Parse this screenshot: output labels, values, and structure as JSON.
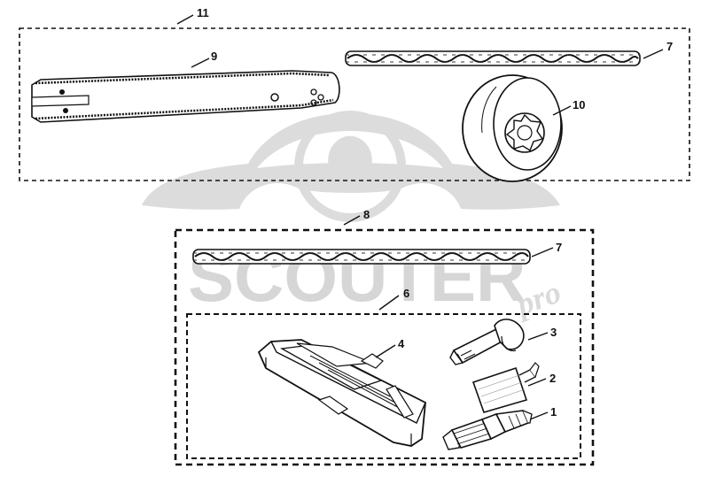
{
  "watermark": {
    "text": "SCOUTER",
    "suffix": "pro"
  },
  "callouts": [
    {
      "id": "c11",
      "label": "11"
    },
    {
      "id": "c9",
      "label": "9"
    },
    {
      "id": "c7a",
      "label": "7"
    },
    {
      "id": "c10",
      "label": "10"
    },
    {
      "id": "c8",
      "label": "8"
    },
    {
      "id": "c7b",
      "label": "7"
    },
    {
      "id": "c6",
      "label": "6"
    },
    {
      "id": "c4",
      "label": "4"
    },
    {
      "id": "c3",
      "label": "3"
    },
    {
      "id": "c2",
      "label": "2"
    },
    {
      "id": "c1",
      "label": "1"
    }
  ],
  "colors": {
    "line": "#111111",
    "watermark": "#d6d6d6",
    "background": "#ffffff"
  }
}
